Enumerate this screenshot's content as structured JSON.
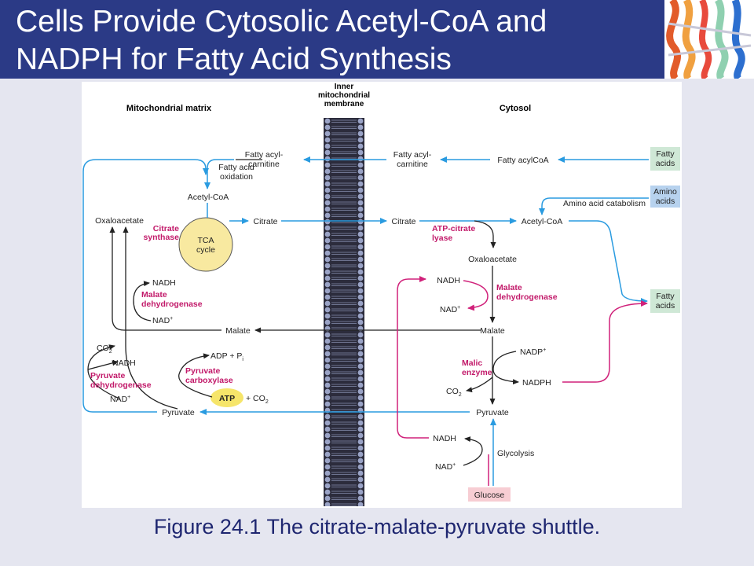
{
  "slide": {
    "title": "Cells Provide Cytosolic Acetyl-CoA and NADPH for Fatty Acid Synthesis",
    "caption": "Figure 24.1  The citrate-malate-pyruvate shuttle."
  },
  "diagram": {
    "regions": {
      "matrix": "Mitochondrial matrix",
      "membrane": [
        "Inner",
        "mitochondrial",
        "membrane"
      ],
      "cytosol": "Cytosol"
    },
    "matrix": {
      "fatty_acyl_carnitine": [
        "Fatty acyl-",
        "carnitine"
      ],
      "fatty_acid_oxidation": [
        "Fatty acid",
        "oxidation"
      ],
      "acetyl_coa": "Acetyl-CoA",
      "oxaloacetate": "Oxaloacetate",
      "citrate_synthase": [
        "Citrate",
        "synthase"
      ],
      "tca_cycle": [
        "TCA",
        "cycle"
      ],
      "citrate": "Citrate",
      "nadh": "NADH",
      "malate_dehydrogenase": [
        "Malate",
        "dehydrogenase"
      ],
      "nad": "NAD",
      "malate": "Malate",
      "co2": "CO",
      "nadh_pdh": "NADH",
      "pyruvate_dehydrogenase": [
        "Pyruvate",
        "dehydrogenase"
      ],
      "nad_pdh": "NAD",
      "adp_pi": "ADP + P",
      "pyruvate_carboxylase": [
        "Pyruvate",
        "carboxylase"
      ],
      "atp": "ATP",
      "plus_co2": "+ CO",
      "pyruvate": "Pyruvate"
    },
    "cytosol": {
      "fatty_acyl_carnitine": [
        "Fatty acyl-",
        "carnitine"
      ],
      "fatty_acyl_coa": "Fatty acylCoA",
      "fatty_acids_top": [
        "Fatty",
        "acids"
      ],
      "amino_acids": [
        "Amino",
        "acids"
      ],
      "amino_acid_catabolism": "Amino acid catabolism",
      "citrate": "Citrate",
      "acetyl_coa": "Acetyl-CoA",
      "atp_citrate_lyase": [
        "ATP-citrate",
        "lyase"
      ],
      "oxaloacetate": "Oxaloacetate",
      "nadh": "NADH",
      "malate_dehydrogenase": [
        "Malate",
        "dehydrogenase"
      ],
      "nad": "NAD",
      "fatty_acids_right": [
        "Fatty",
        "acids"
      ],
      "malate": "Malate",
      "nadp": "NADP",
      "malic_enzyme": [
        "Malic",
        "enzyme"
      ],
      "nadph": "NADPH",
      "co2": "CO",
      "pyruvate": "Pyruvate",
      "nadh_glyco": "NADH",
      "glycolysis": "Glycolysis",
      "nad_glyco": "NAD",
      "glucose": "Glucose"
    },
    "colors": {
      "flow": "#2a9be0",
      "reduction": "#d0217a",
      "enzyme": "#c21a6a",
      "cofactor": "#222222",
      "tca": "#f8e9a0",
      "atp_glow": "#f6e56a",
      "box_green": "#cfe8d6",
      "box_blue": "#b7d2ee",
      "box_pink": "#f7cdd3"
    }
  }
}
